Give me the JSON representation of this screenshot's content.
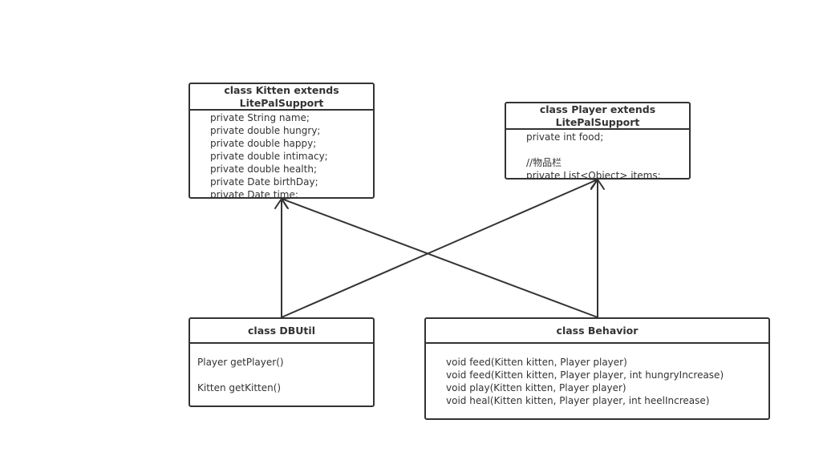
{
  "classes": {
    "kitten": {
      "title_line1": "class Kitten extends",
      "title_line2": "LitePalSupport",
      "members": [
        "private String name;",
        "private double hungry;",
        "private double happy;",
        "private double intimacy;",
        "private double health;",
        "private Date birthDay;",
        "private Date time;"
      ]
    },
    "player": {
      "title_line1": "class Player extends",
      "title_line2": "LitePalSupport",
      "members": [
        "private int food;",
        "",
        "//物品栏",
        "private List<Object> items;"
      ]
    },
    "dbutil": {
      "title": "class DBUtil",
      "members": [
        "Player getPlayer()",
        "",
        "Kitten getKitten()"
      ]
    },
    "behavior": {
      "title": "class Behavior",
      "members": [
        "void feed(Kitten kitten, Player player)",
        "void feed(Kitten kitten, Player player, int hungryIncrease)",
        "void play(Kitten kitten, Player player)",
        "void heal(Kitten kitten, Player player, int heelIncrease)"
      ]
    }
  },
  "relations": [
    {
      "from": "class DBUtil",
      "to": "class Kitten",
      "arrow": "open"
    },
    {
      "from": "class DBUtil",
      "to": "class Player",
      "arrow": "open"
    },
    {
      "from": "class Behavior",
      "to": "class Kitten",
      "arrow": "open"
    },
    {
      "from": "class Behavior",
      "to": "class Player",
      "arrow": "open"
    }
  ],
  "colors": {
    "stroke": "#333333",
    "background": "#ffffff"
  }
}
